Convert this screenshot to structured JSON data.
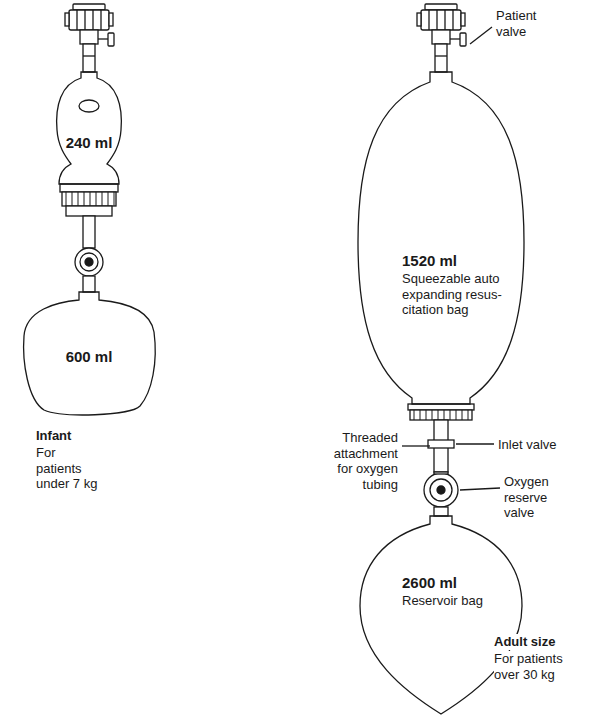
{
  "diagram": {
    "nodes": [
      {
        "text": [
          "240 ml"
        ]
      },
      {
        "text": [
          "600 ml"
        ]
      },
      {
        "text": [
          "1520 ml",
          "Squeezable auto expanding resus- citation bag"
        ]
      },
      {
        "text": [
          "2600 ml",
          "Reservoir bag"
        ]
      }
    ],
    "labels": [
      "Patient valve",
      "Threaded attachment for oxygen tubing",
      "Inlet valve",
      "Oxygen reserve valve",
      "Infant",
      "For patients under 7 kg",
      "Adult size",
      "For patients over 30 kg"
    ]
  }
}
